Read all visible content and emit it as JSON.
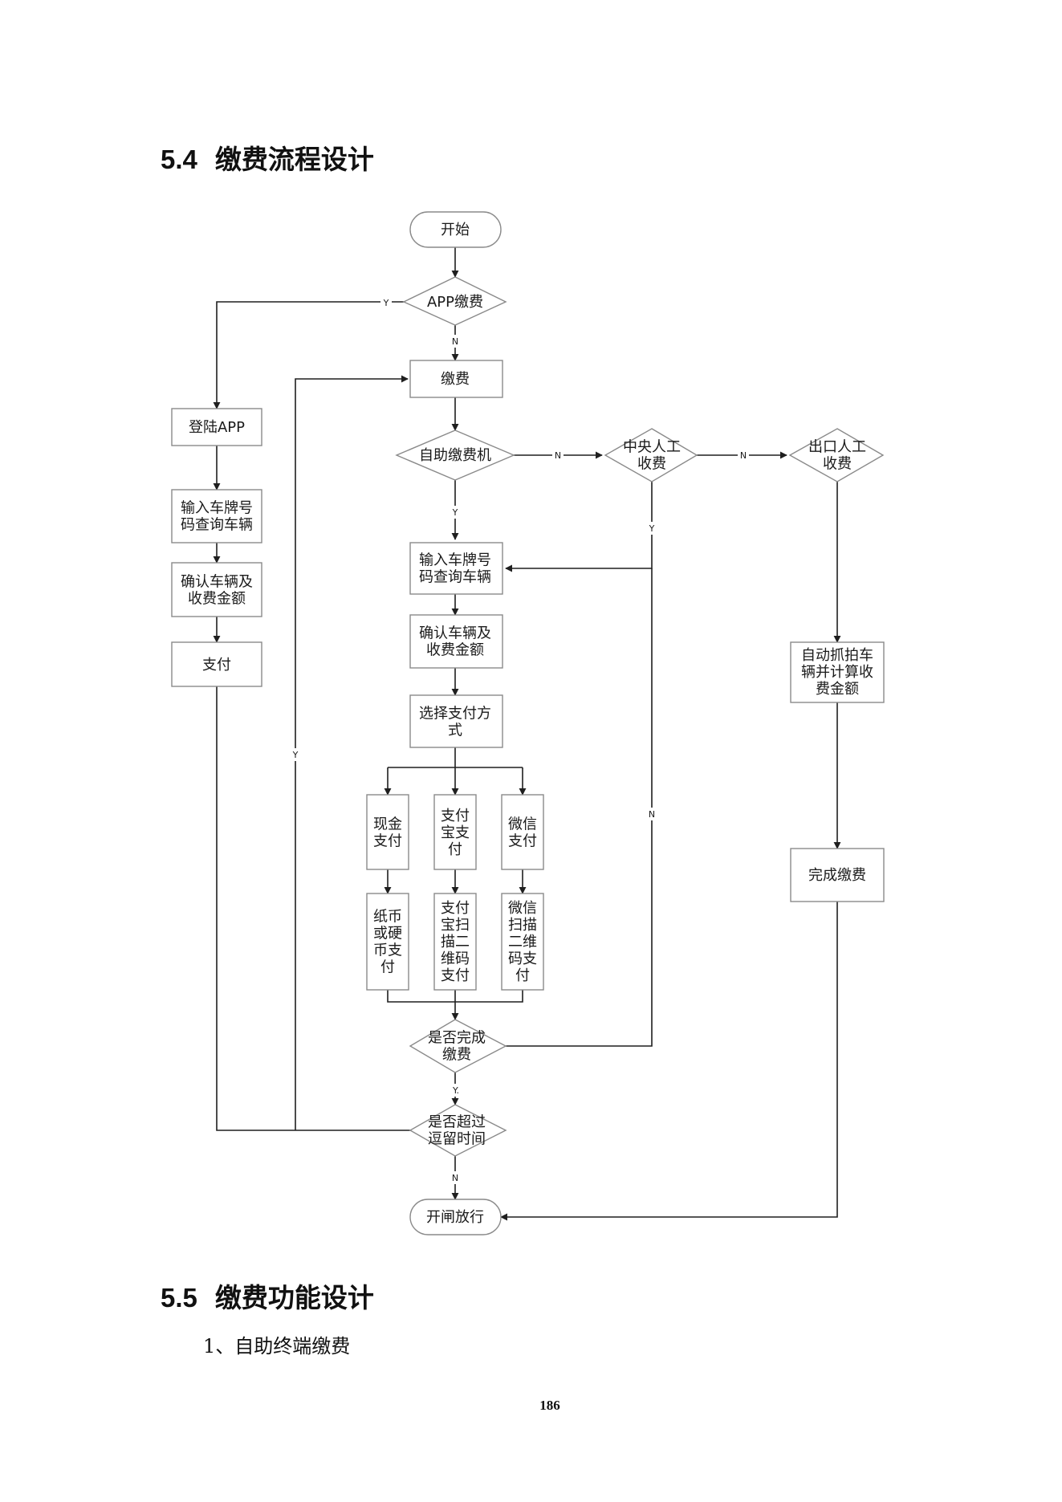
{
  "section_54": {
    "number": "5.4",
    "title": "缴费流程设计"
  },
  "section_55": {
    "number": "5.5",
    "title": "缴费功能设计"
  },
  "item_1": "1、自助终端缴费",
  "page_number": "186",
  "flowchart": {
    "nodes": {
      "start": [
        "开始"
      ],
      "app_pay": [
        "APP缴费"
      ],
      "login_app": [
        "登陆APP"
      ],
      "app_input_plate": [
        "输入车牌号",
        "码查询车辆"
      ],
      "app_confirm": [
        "确认车辆及",
        "收费金额"
      ],
      "app_pay_step": [
        "支付"
      ],
      "pay": [
        "缴费"
      ],
      "kiosk": [
        "自助缴费机"
      ],
      "central_manual": [
        "中央人工",
        "收费"
      ],
      "exit_manual": [
        "出口人工",
        "收费"
      ],
      "kiosk_input_plate": [
        "输入车牌号",
        "码查询车辆"
      ],
      "kiosk_confirm": [
        "确认车辆及",
        "收费金额"
      ],
      "choose_method": [
        "选择支付方",
        "式"
      ],
      "cash": [
        "现金",
        "支付"
      ],
      "alipay": [
        "支付",
        "宝支",
        "付"
      ],
      "wechat": [
        "微信",
        "支付"
      ],
      "cash_detail": [
        "纸币",
        "或硬",
        "币支",
        "付"
      ],
      "alipay_detail": [
        "支付",
        "宝扫",
        "描二",
        "维码",
        "支付"
      ],
      "wechat_detail": [
        "微信",
        "扫描",
        "二维",
        "码支",
        "付"
      ],
      "auto_capture": [
        "自动抓拍车",
        "辆并计算收",
        "费金额"
      ],
      "done_pay": [
        "完成缴费"
      ],
      "is_paid": [
        "是否完成",
        "缴费"
      ],
      "overstay": [
        "是否超过",
        "逗留时间"
      ],
      "open_gate": [
        "开闸放行"
      ]
    },
    "edge_labels": {
      "yes": "Y",
      "no": "N",
      "yes_dot": "Y."
    }
  }
}
